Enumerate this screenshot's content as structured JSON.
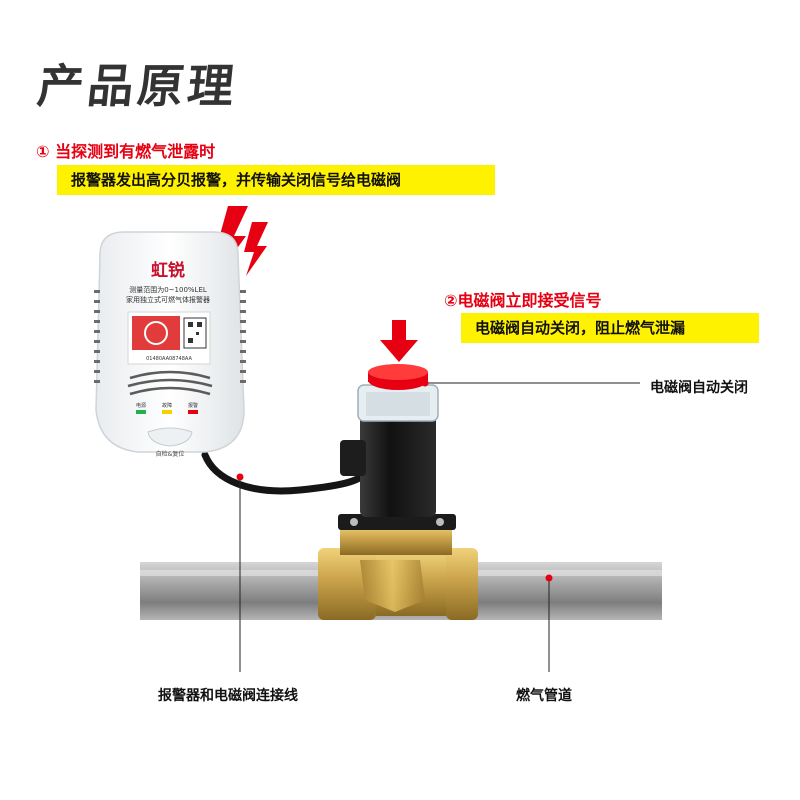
{
  "title": "产品原理",
  "step1": {
    "heading": "① 当探测到有燃气泄露时",
    "description": "报警器发出高分贝报警，并传输关闭信号给电磁阀"
  },
  "step2": {
    "heading": "②电磁阀立即接受信号",
    "description": "电磁阀自动关闭，阻止燃气泄漏"
  },
  "callouts": {
    "valve": "电磁阀自动关闭",
    "cable": "报警器和电磁阀连接线",
    "pipe": "燃气管道"
  },
  "detector": {
    "brand": "虹锐",
    "range": "测量范围为0~100%LEL",
    "product_type": "家用独立式可燃气体报警器",
    "serial": "01480AA08748AA",
    "indicators": [
      "电源",
      "故障",
      "报警"
    ],
    "button": "自检&复位"
  },
  "colors": {
    "accent_red": "#e60012",
    "highlight_yellow": "#fff200",
    "brass": "#c9a24a",
    "pipe_grey": "#9a9a9a"
  },
  "icons": [
    "lightning-bolt-icon",
    "down-arrow-icon"
  ]
}
